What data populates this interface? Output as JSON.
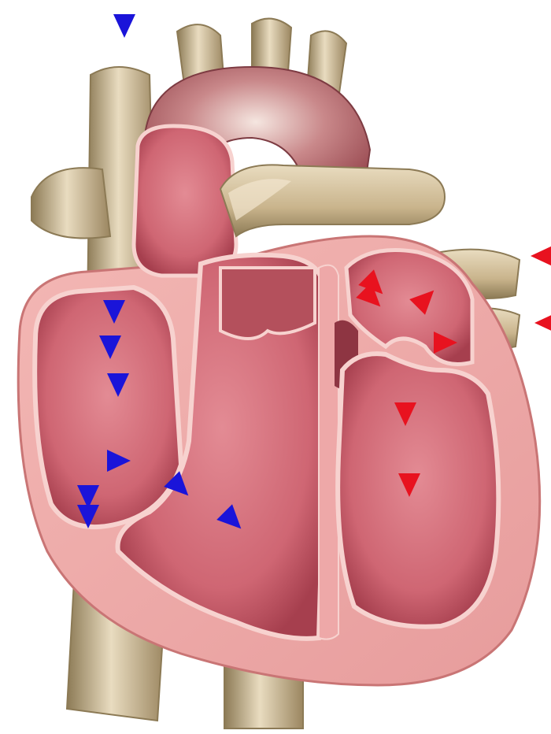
{
  "diagram": {
    "colors": {
      "background": "#ffffff",
      "vessel": "#c9b48c",
      "vessel_dark": "#8c7a55",
      "vessel_light": "#e9dcc0",
      "wall": "#eea8a8",
      "wall_dark": "#c97575",
      "chamber": "#cf6673",
      "chamber_dark": "#a63f4e",
      "chamber_light": "#e38b94",
      "aorta": "#c25b63",
      "outline": "#f7d2cf",
      "deoxygenated_arrow": "#1a14d9",
      "oxygenated_arrow": "#e8121f"
    },
    "structures": [
      "superior-vena-cava",
      "aortic-arch",
      "pulmonary-artery",
      "pulmonary-veins",
      "right-atrium",
      "left-atrium",
      "right-ventricle",
      "left-ventricle",
      "septum",
      "inferior-vena-cava",
      "descending-aorta"
    ],
    "flows": {
      "deoxygenated_arrow_count": 9,
      "oxygenated_arrow_count": 8
    }
  }
}
